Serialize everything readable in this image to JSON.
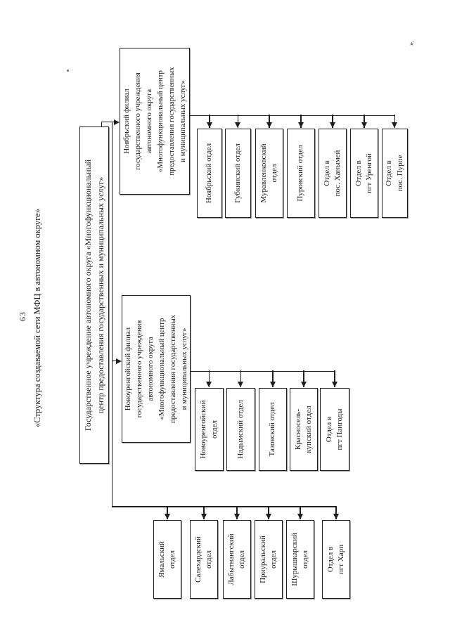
{
  "page": {
    "number": "63",
    "stray_mark": "»."
  },
  "title": "«Структура создаваемой сети МФЦ в автономном округе»",
  "chart": {
    "root": {
      "label": "Государственное учреждение автономного округа «Многофункциональный\nцентр предоставления государственных и муниципальных услуг»"
    },
    "groups": [
      {
        "branch_label": "",
        "children": [
          "Ямальский\nотдел",
          "Салехардский\nотдел",
          "Лабытнангский\nотдел",
          "Приуральский\nотдел",
          "Шурышкарский\nотдел",
          "Отдел в\nпгт Харп"
        ]
      },
      {
        "branch_label": "Новоуренгойский филиал\nгосударственного учреждения\nавтономного округа\n«Многофункциональный центр\nпредоставления государственных\nи муниципальных услуг»",
        "children": [
          "Новоуренгойский\nотдел",
          "Надымский отдел",
          "Тазовский отдел",
          "Красносель-\nкупский отдел",
          "Отдел в\nпгт Пангоды"
        ]
      },
      {
        "branch_label": "Ноябрьский филиал\nгосударственного учреждения\nавтономного округа\n«Многофункциональный центр\nпредоставления государственных\nи муниципальных услуг»",
        "children": [
          "Ноябрьский отдел",
          "Губкинский отдел",
          "Муравленковский\nотдел",
          "Пуровский отдел",
          "Отдел в\nпос. Ханымей",
          "Отдел в\nпгт Уренгой",
          "Отдел в\nпос. Пурпе"
        ]
      }
    ]
  },
  "colors": {
    "ink": "#1e1e1e",
    "paper": "#ffffff"
  }
}
